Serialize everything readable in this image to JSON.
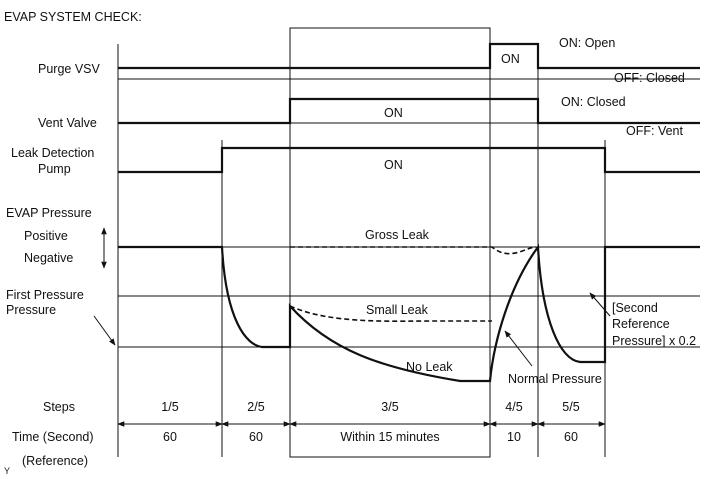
{
  "title": "EVAP SYSTEM CHECK:",
  "corner_mark": "Y",
  "signals": {
    "purge_vsv": {
      "label": "Purge VSV",
      "on": "ON",
      "on_state": "ON: Open",
      "off_state": "OFF: Closed"
    },
    "vent_valve": {
      "label": "Vent Valve",
      "on": "ON",
      "on_state": "ON: Closed",
      "off_state": "OFF: Vent"
    },
    "leak_pump": {
      "label_line1": "Leak Detection",
      "label_line2": "Pump",
      "on": "ON"
    }
  },
  "pressure": {
    "label": "EVAP Pressure",
    "positive": "Positive",
    "negative": "Negative",
    "first_line1": "First Pressure",
    "first_line2": "Pressure",
    "gross_leak": "Gross Leak",
    "small_leak": "Small Leak",
    "no_leak": "No Leak",
    "normal_pressure": "Normal Pressure",
    "second_ref_line1": "[Second",
    "second_ref_line2": "Reference",
    "second_ref_line3": "Pressure] x 0.2"
  },
  "steps": {
    "label": "Steps",
    "values": [
      "1/5",
      "2/5",
      "3/5",
      "4/5",
      "5/5"
    ]
  },
  "time": {
    "label": "Time (Second)",
    "sub_label": "(Reference)",
    "values": [
      "60",
      "60",
      "Within 15 minutes",
      "10",
      "60"
    ]
  }
}
